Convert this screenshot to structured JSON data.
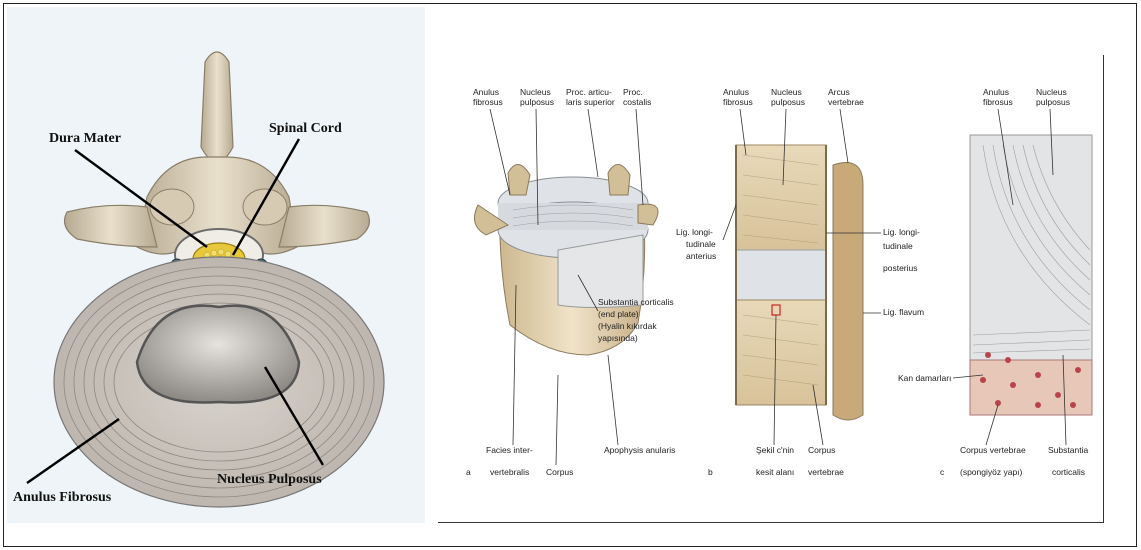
{
  "left_figure": {
    "labels": {
      "dura_mater": "Dura Mater",
      "spinal_cord": "Spinal Cord",
      "nucleus_pulposus": "Nucleus Pulposus",
      "anulus_fibrosus": "Anulus Fibrosus"
    }
  },
  "right_figure": {
    "panel_a": {
      "letter": "a",
      "labels": {
        "anulus_fibrosus_1": "Anulus",
        "anulus_fibrosus_2": "fibrosus",
        "nucleus_pulposus_1": "Nucleus",
        "nucleus_pulposus_2": "pulposus",
        "proc_articularis_1": "Proc. articu-",
        "proc_articularis_2": "laris superior",
        "proc_costalis_1": "Proc.",
        "proc_costalis_2": "costalis",
        "substantia_1": "Substantia corticalis",
        "substantia_2": "(end plate)",
        "substantia_3": "(Hyalin kıkırdak",
        "substantia_4": "yapısında)",
        "facies_1": "Facies inter-",
        "facies_2": "vertebralis",
        "corpus": "Corpus",
        "apophysis": "Apophysis anularis"
      }
    },
    "panel_b": {
      "letter": "b",
      "labels": {
        "anulus_1": "Anulus",
        "anulus_2": "fibrosus",
        "nucleus_1": "Nucleus",
        "nucleus_2": "pulposus",
        "arcus_1": "Arcus",
        "arcus_2": "vertebrae",
        "lig_ant_1": "Lig. longi-",
        "lig_ant_2": "tudinale",
        "lig_ant_3": "anterius",
        "lig_post_1": "Lig. longi-",
        "lig_post_2": "tudinale",
        "lig_post_3": "posterius",
        "lig_flavum": "Lig. flavum",
        "sekil_1": "Şekil c'nin",
        "sekil_2": "kesit alanı",
        "corpus_1": "Corpus",
        "corpus_2": "vertebrae"
      }
    },
    "panel_c": {
      "letter": "c",
      "labels": {
        "anulus_1": "Anulus",
        "anulus_2": "fibrosus",
        "nucleus_1": "Nucleus",
        "nucleus_2": "pulposus",
        "kan": "Kan damarları",
        "corpus_1": "Corpus vertebrae",
        "corpus_2": "(spongiyöz yapı)",
        "substantia_1": "Substantia",
        "substantia_2": "corticalis"
      }
    }
  }
}
